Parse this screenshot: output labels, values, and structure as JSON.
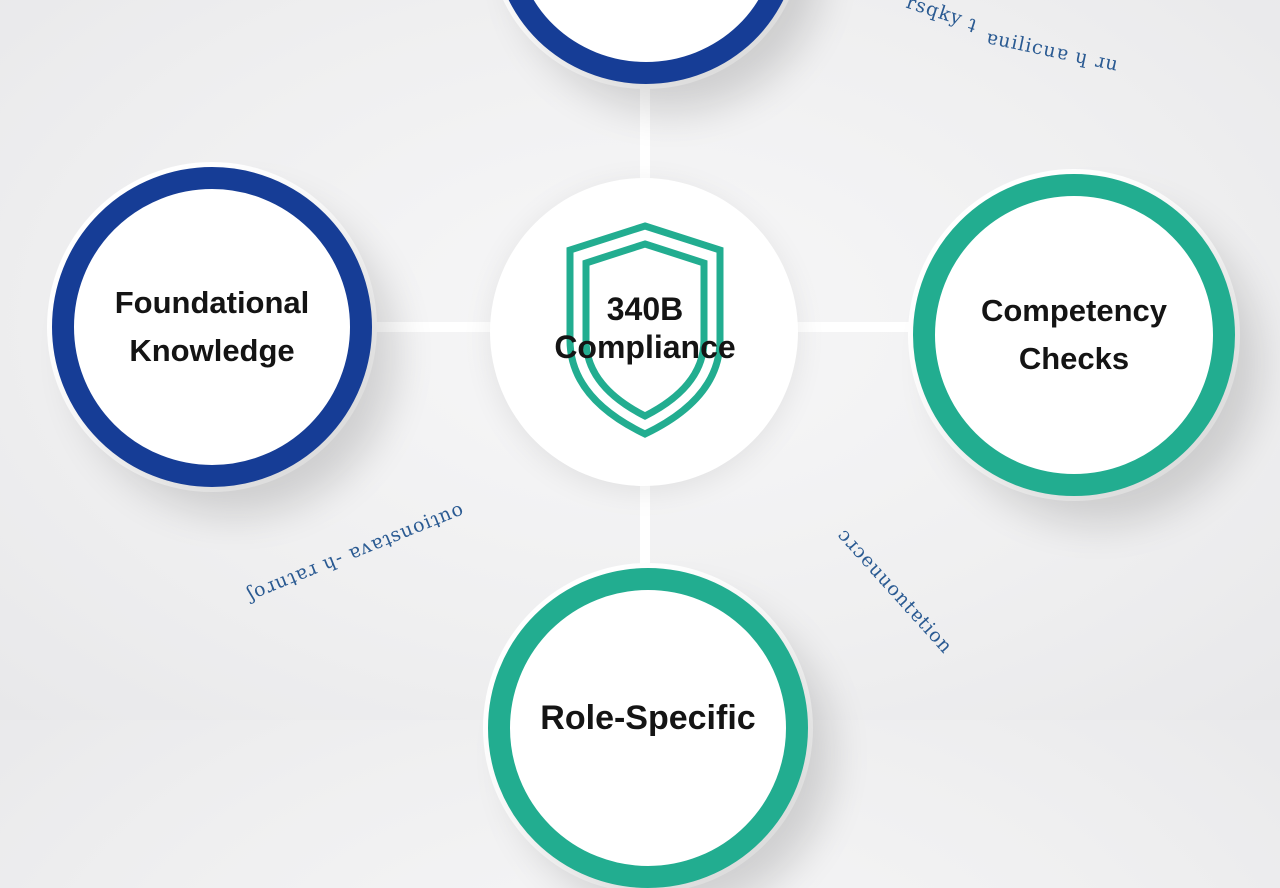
{
  "diagram": {
    "center": {
      "label_line1": "340B",
      "label_line2": "Compliance"
    },
    "nodes": {
      "top": {
        "label": ""
      },
      "left": {
        "label_line1": "Foundational",
        "label_line2": "Knowledge"
      },
      "right": {
        "label_line1": "Competency",
        "label_line2": "Checks"
      },
      "bottom": {
        "label": "Role-Specific"
      }
    },
    "annotations": {
      "top_a": "rsqky ʇ",
      "top_b": "ɐuilicuɐ ɥ ɹu",
      "left": "ʃoɹuʇɐɹ ɥ- ɐʌɐʇsuoiʇno",
      "right": "ɔɹɔeuuontɐtion"
    },
    "colors": {
      "navy": "#163d96",
      "teal": "#22ad90",
      "background": "#efeff0",
      "annotation": "#2a5a92"
    }
  }
}
